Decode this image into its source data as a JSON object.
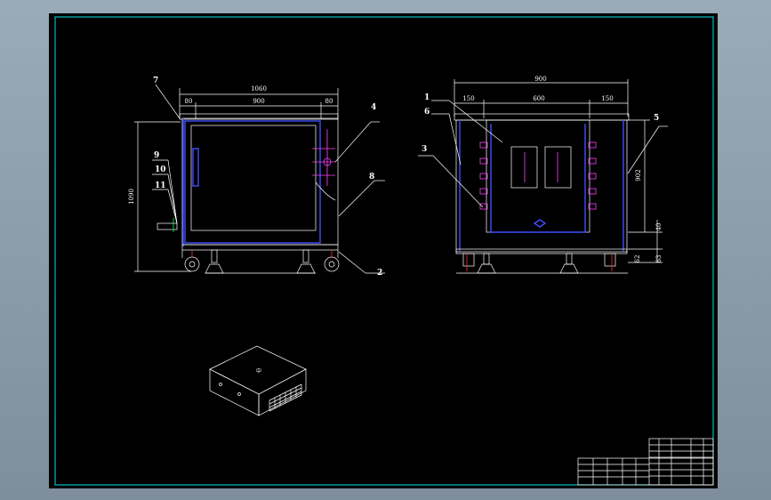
{
  "drawing": {
    "front_view": {
      "dims": {
        "overall_width": "1060",
        "left_margin": "80",
        "inner_width": "900",
        "right_margin": "80",
        "overall_height": "1090"
      },
      "callouts": [
        "7",
        "9",
        "10",
        "11",
        "4",
        "8",
        "2"
      ]
    },
    "side_view": {
      "dims": {
        "overall_width": "900",
        "left_margin": "150",
        "inner_width": "600",
        "right_margin": "150",
        "inner_height": "902",
        "bottom_gap": "40",
        "base_a": "63",
        "base_b": "62"
      },
      "callouts": [
        "1",
        "6",
        "3",
        "5"
      ]
    },
    "iso_view": {
      "front_text": "中"
    }
  },
  "colors": {
    "frame": "#00e6e6",
    "outline": "#ffffff",
    "panel": "#3c50ff",
    "accent": "#ff40ff",
    "background": "#000000",
    "desktop": "#8a9aa8"
  }
}
